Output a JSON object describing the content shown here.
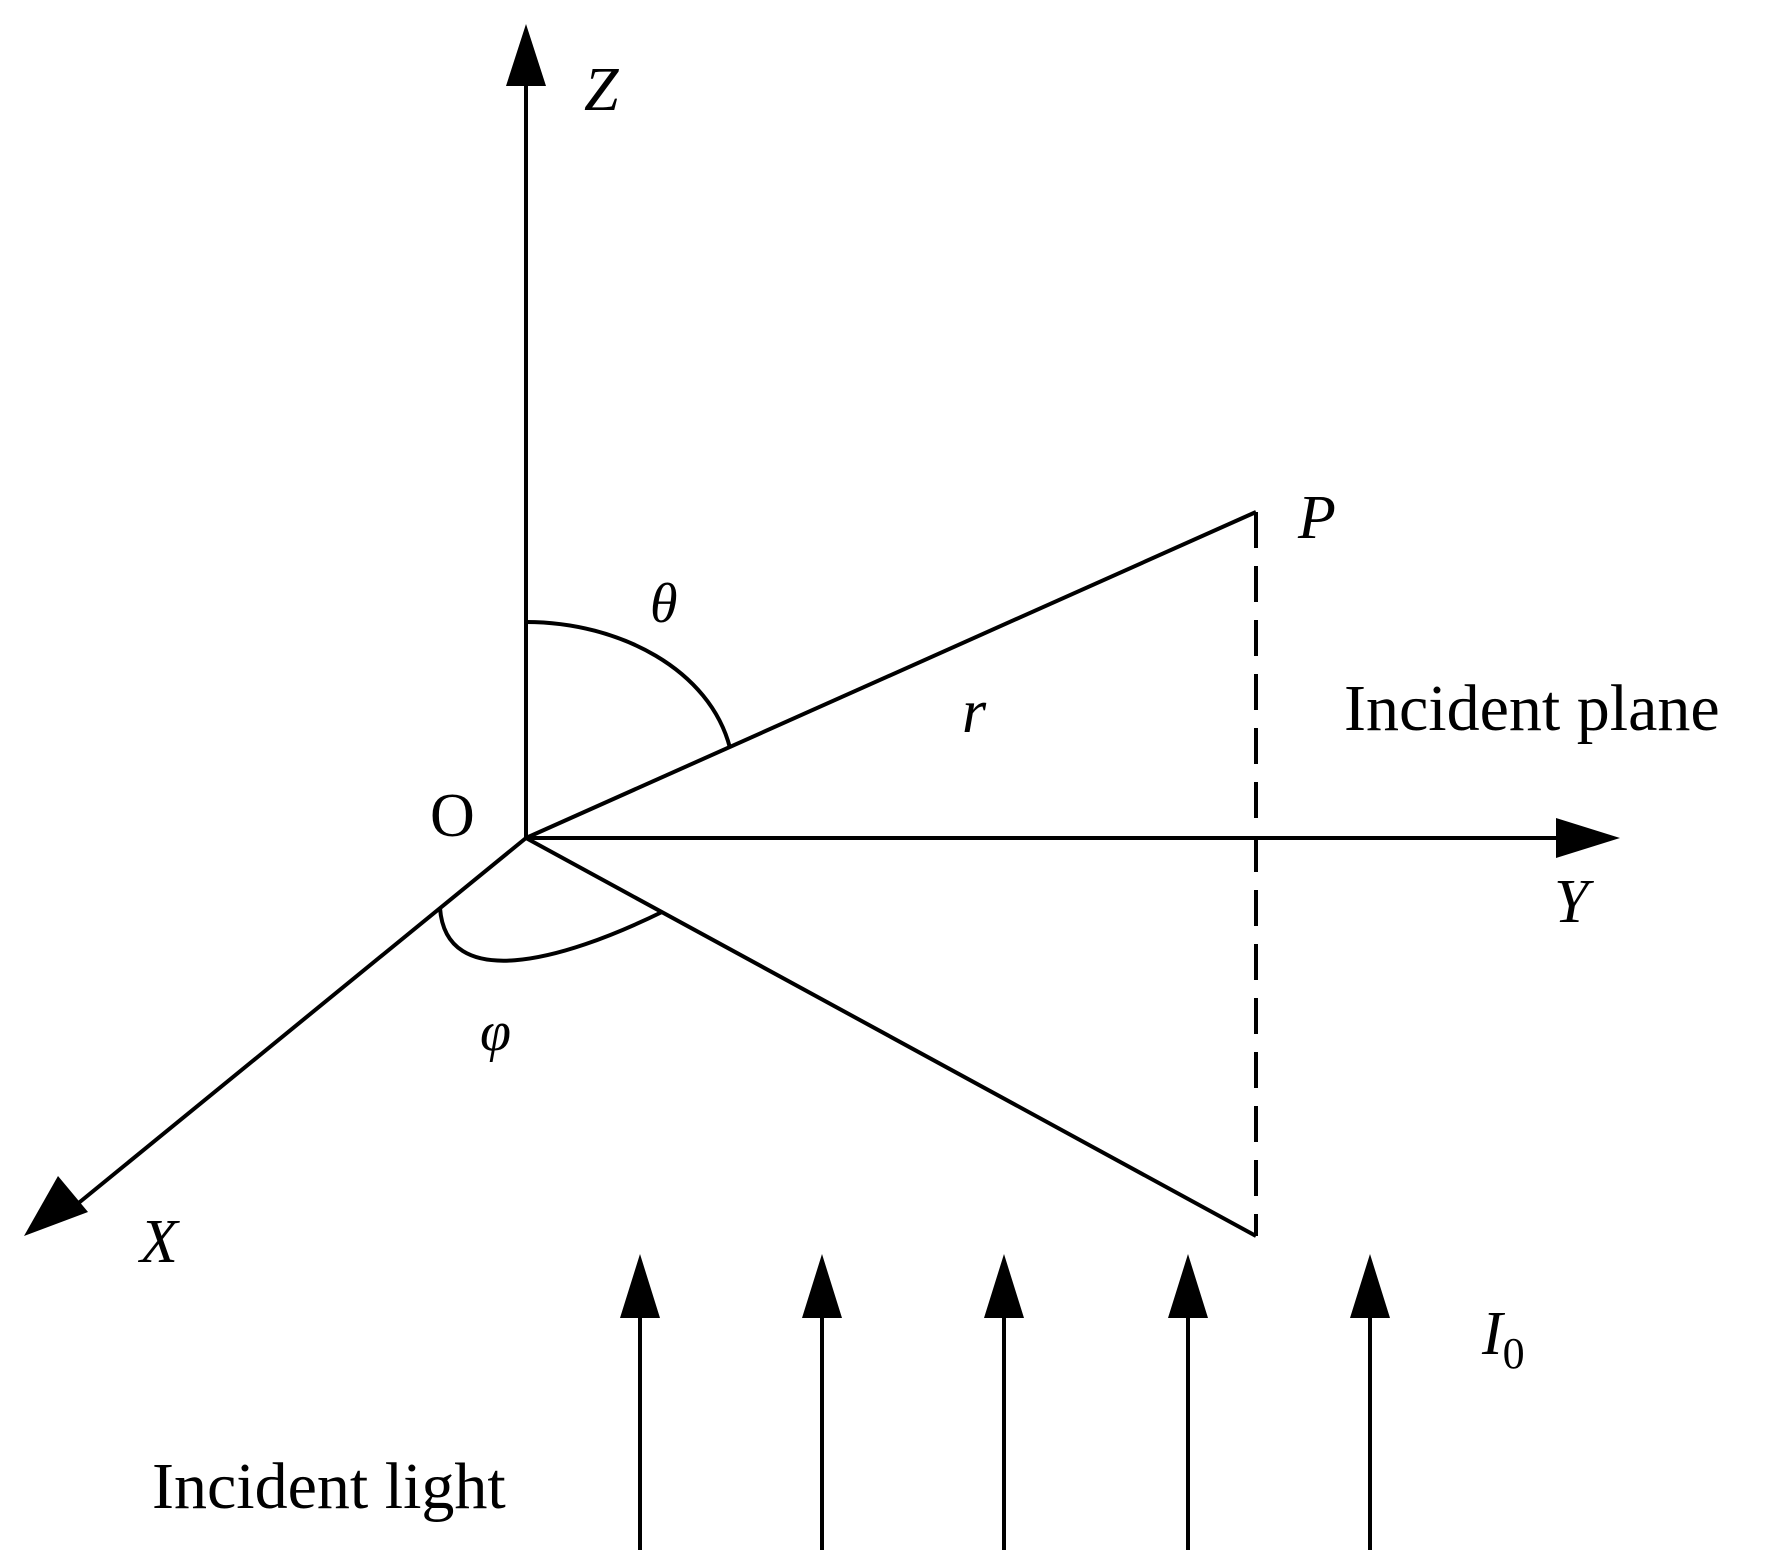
{
  "diagram": {
    "axes": {
      "z_label": "Z",
      "y_label": "Y",
      "x_label": "X",
      "origin_label": "O"
    },
    "point_label": "P",
    "radius_label": "r",
    "theta_label": "θ",
    "phi_label": "φ",
    "plane_label": "Incident plane",
    "light_label": "Incident light",
    "intensity_label": {
      "main": "I",
      "subscript": "0"
    },
    "colors": {
      "stroke": "#000000",
      "background": "#ffffff"
    }
  }
}
